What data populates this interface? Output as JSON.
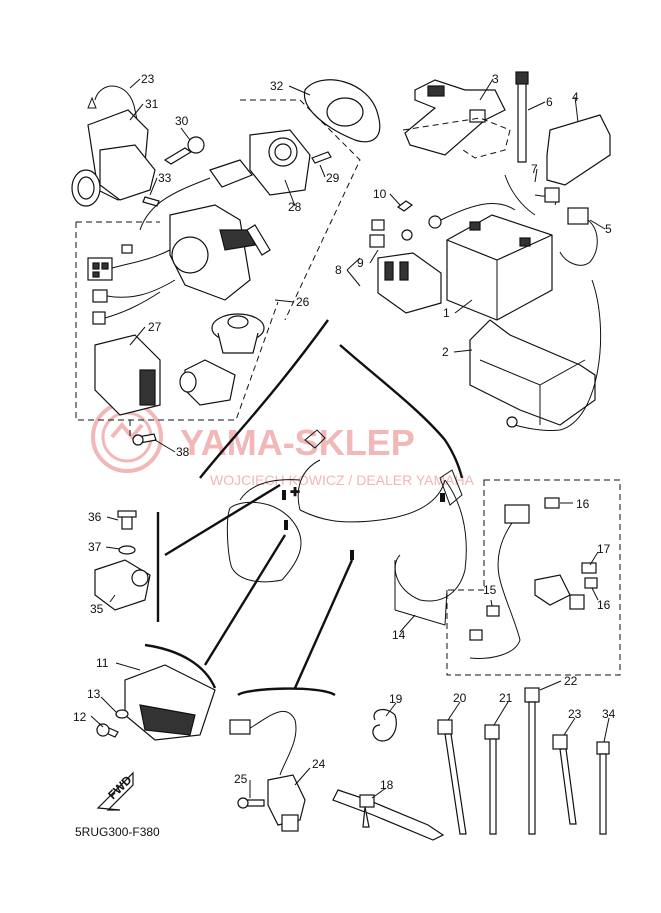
{
  "diagram_code": "5RUG300-F380",
  "fwd_label": "FWD",
  "watermark": {
    "line1": "YAMA-SKLEP",
    "line2": "WOJCIECH KOWICZ / DEALER YAMAHA",
    "color": "#f2b7b7"
  },
  "callouts": [
    "1",
    "2",
    "3",
    "4",
    "5",
    "6",
    "7",
    "8",
    "9",
    "10",
    "11",
    "12",
    "13",
    "14",
    "15",
    "16",
    "16",
    "17",
    "18",
    "19",
    "20",
    "21",
    "22",
    "23",
    "23",
    "24",
    "25",
    "26",
    "27",
    "28",
    "29",
    "30",
    "31",
    "32",
    "33",
    "34",
    "35",
    "36",
    "37",
    "38"
  ]
}
